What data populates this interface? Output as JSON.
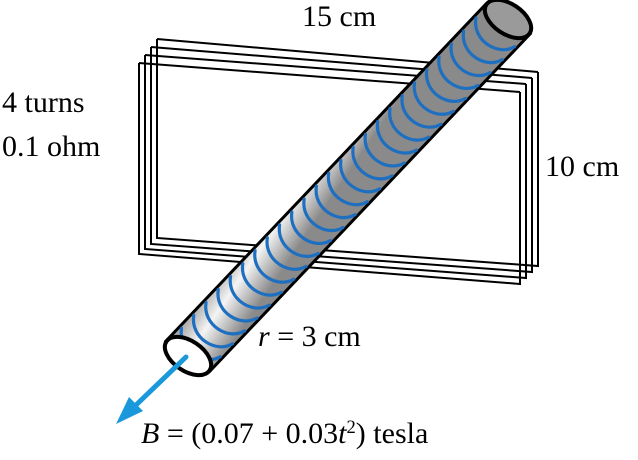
{
  "labels": {
    "width": "15 cm",
    "height": "10 cm",
    "turns": "4 turns",
    "resistance": "0.1 ohm",
    "radius_var": "r",
    "radius_rest": " = 3 cm",
    "field_var": "B",
    "field_mid": " = (0.07 + 0.03",
    "field_t": "t",
    "field_exp": "2",
    "field_end": ") tesla"
  },
  "colors": {
    "coil": "#1f6fc0",
    "arrow": "#1a98dc",
    "loop": "#000000",
    "rod_light": "#f4f4f4",
    "rod_dark": "#8a8a8a"
  }
}
